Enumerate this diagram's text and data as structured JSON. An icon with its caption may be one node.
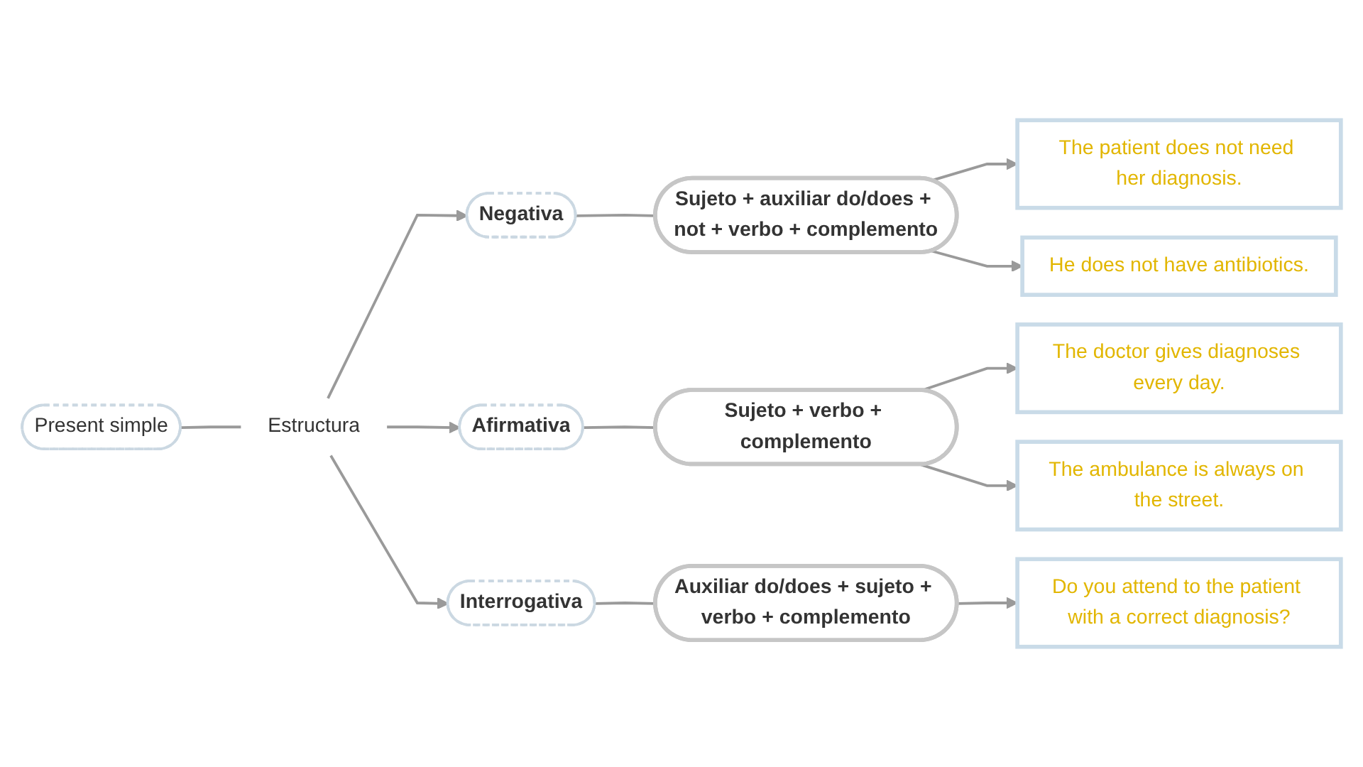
{
  "diagram": {
    "nodes": [
      {
        "text": [
          "Present simple"
        ]
      },
      {
        "text": [
          "Estructura"
        ]
      },
      {
        "text": [
          "Negativa"
        ]
      },
      {
        "text": [
          "Sujeto + auxiliar do/does + not + verbo + complemento"
        ]
      },
      {
        "text": [
          "Afirmativa"
        ]
      },
      {
        "text": [
          "Sujeto + verbo + complemento"
        ]
      },
      {
        "text": [
          "The doctor gives diagnoses every day."
        ]
      },
      {
        "text": [
          "The ambulance is always on the street."
        ]
      },
      {
        "text": [
          "Interrogativa"
        ]
      },
      {
        "text": [
          "The patient does not need her diagnosis."
        ]
      },
      {
        "text": [
          "Auxiliar do/does + sujeto + verbo + complemento"
        ]
      },
      {
        "text": [
          "He does not have antibiotics."
        ]
      },
      {
        "text": [
          "Do you attend to the patient with a correct diagnosis?"
        ]
      }
    ],
    "edges": [
      {
        "from": 0,
        "to": 1,
        "arrow": "none"
      },
      {
        "from": 1,
        "to": 2,
        "arrow": "to"
      },
      {
        "from": 1,
        "to": 4,
        "arrow": "to"
      },
      {
        "from": 1,
        "to": 8,
        "arrow": "to"
      },
      {
        "from": 2,
        "to": 3,
        "arrow": "none"
      },
      {
        "from": 4,
        "to": 5,
        "arrow": "none"
      },
      {
        "from": 5,
        "to": 6,
        "arrow": "to"
      },
      {
        "from": 5,
        "to": 7,
        "arrow": "to"
      },
      {
        "from": 3,
        "to": 9,
        "arrow": "to"
      },
      {
        "from": 3,
        "to": 11,
        "arrow": "to"
      },
      {
        "from": 8,
        "to": 10,
        "arrow": "none"
      },
      {
        "from": 10,
        "to": 12,
        "arrow": "to"
      }
    ]
  }
}
